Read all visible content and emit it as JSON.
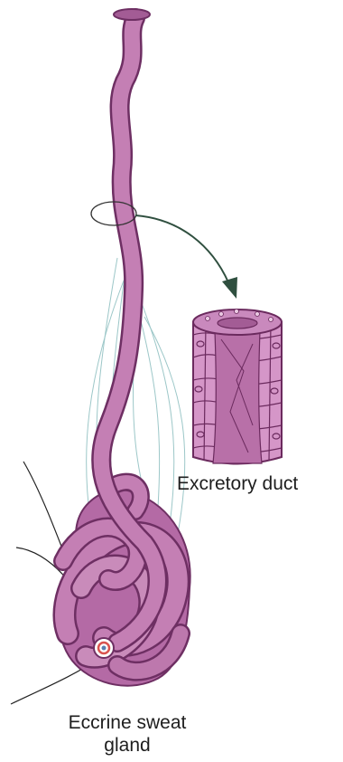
{
  "labels": {
    "excretory_duct": "Excretory duct",
    "gland_line1": "Eccrine sweat",
    "gland_line2": "gland"
  },
  "colors": {
    "tube": "#c47fb4",
    "tube_outline": "#6e2f63",
    "tube_dark": "#a35c95",
    "cell_fill": "#d596c8",
    "cell_outline": "#6b2a5e",
    "lumen": "#b870a8",
    "fiber": "#9cc7c8",
    "arrow": "#2f4f3f",
    "nerve": "#222222"
  }
}
